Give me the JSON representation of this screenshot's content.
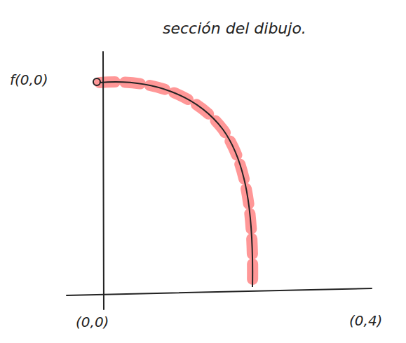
{
  "diagram": {
    "title": "sección del dibujo.",
    "labels": [
      "f(0,0)",
      "(0,0)",
      "(0,4)"
    ]
  }
}
